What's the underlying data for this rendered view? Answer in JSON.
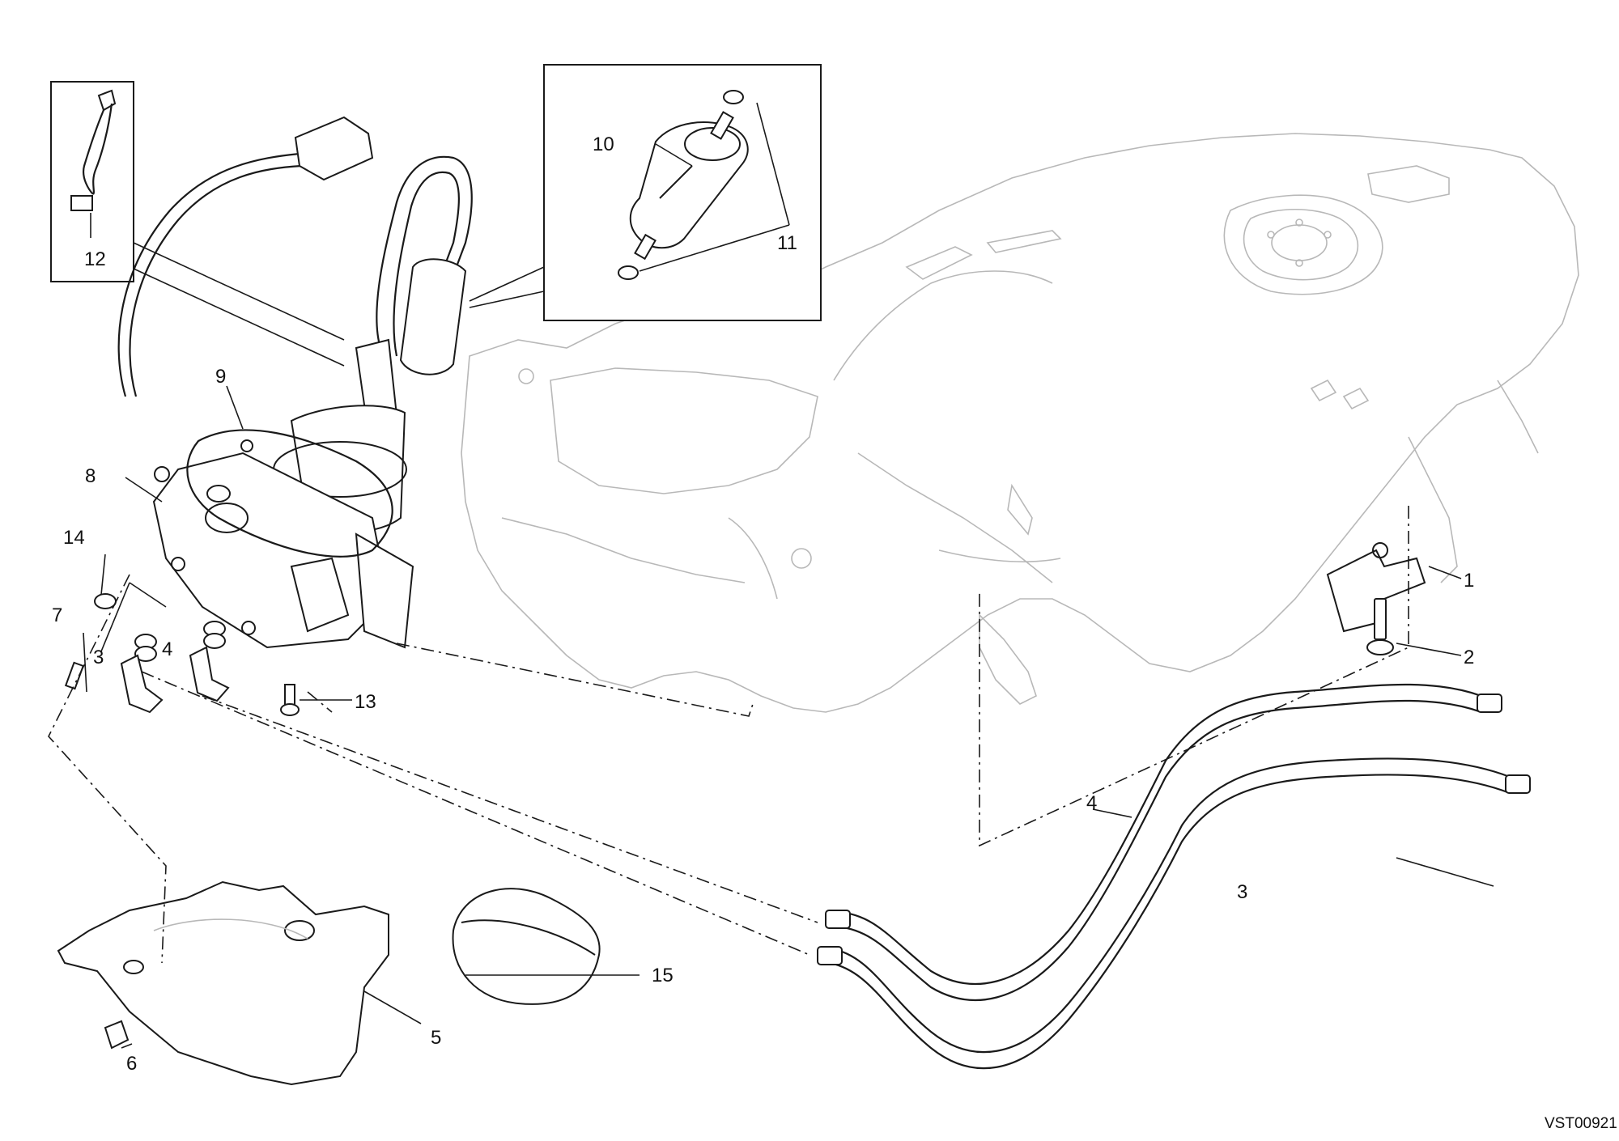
{
  "diagram": {
    "reference_code": "VST00921",
    "part_labels": [
      {
        "id": "1",
        "text": "1"
      },
      {
        "id": "2",
        "text": "2"
      },
      {
        "id": "3a",
        "text": "3"
      },
      {
        "id": "3b",
        "text": "3"
      },
      {
        "id": "4a",
        "text": "4"
      },
      {
        "id": "4b",
        "text": "4"
      },
      {
        "id": "5",
        "text": "5"
      },
      {
        "id": "6",
        "text": "6"
      },
      {
        "id": "7",
        "text": "7"
      },
      {
        "id": "8",
        "text": "8"
      },
      {
        "id": "9",
        "text": "9"
      },
      {
        "id": "10",
        "text": "10"
      },
      {
        "id": "11",
        "text": "11"
      },
      {
        "id": "12",
        "text": "12"
      },
      {
        "id": "13",
        "text": "13"
      },
      {
        "id": "14",
        "text": "14"
      },
      {
        "id": "15",
        "text": "15"
      }
    ]
  }
}
